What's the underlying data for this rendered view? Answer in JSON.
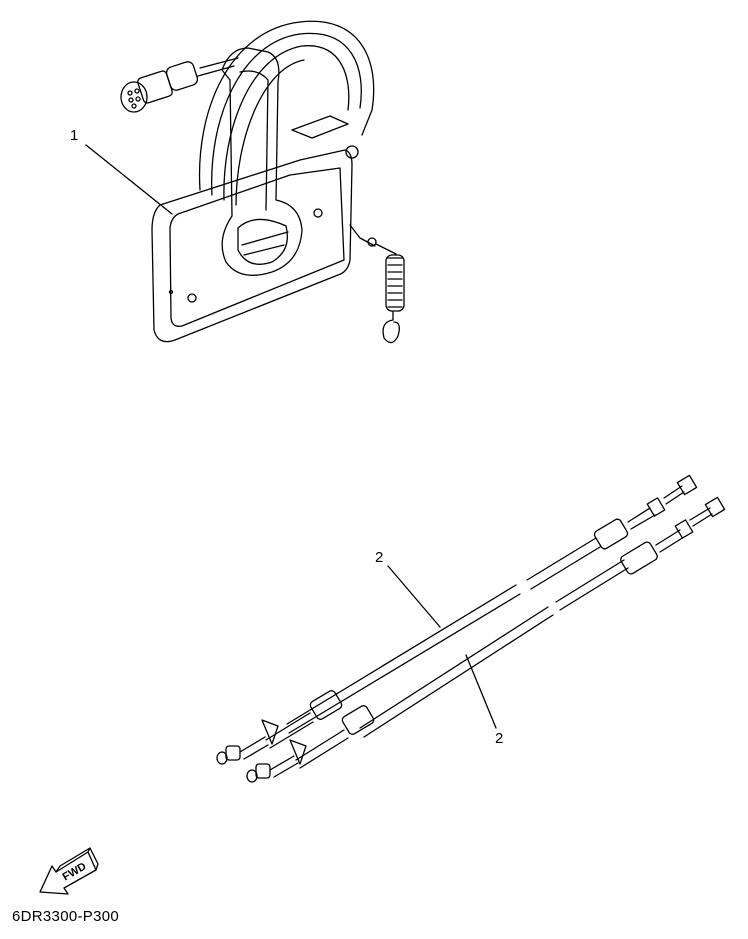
{
  "diagram": {
    "type": "exploded parts diagram",
    "callouts": [
      {
        "number": "1",
        "part": "remote control box"
      },
      {
        "number": "2",
        "part": "control cable (upper)"
      },
      {
        "number": "2",
        "part": "control cable (lower)"
      }
    ],
    "direction_indicator": {
      "label": "FWD"
    },
    "drawing_code": "6DR3300-P300"
  }
}
